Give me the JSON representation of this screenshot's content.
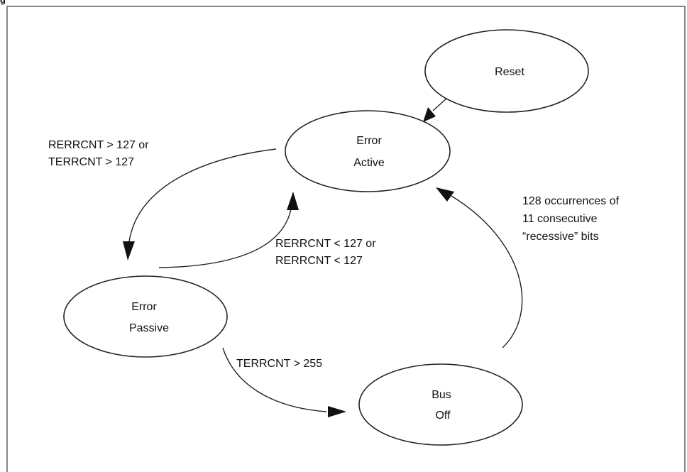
{
  "figure": {
    "corner_label": "g"
  },
  "states": {
    "reset": {
      "line1": "Reset"
    },
    "error_active": {
      "line1": "Error",
      "line2": "Active"
    },
    "error_passive": {
      "line1": "Error",
      "line2": "Passive"
    },
    "bus_off": {
      "line1": "Bus",
      "line2": "Off"
    }
  },
  "transitions": {
    "active_to_passive": {
      "line1": "RERRCNT > 127 or",
      "line2": "TERRCNT > 127"
    },
    "passive_to_active": {
      "line1": "RERRCNT < 127 or",
      "line2": "RERRCNT < 127"
    },
    "passive_to_busoff": {
      "line1": "TERRCNT > 255"
    },
    "busoff_to_active": {
      "line1": "128 occurrences of",
      "line2": "11 consecutive",
      "line3": "“recessive” bits"
    }
  }
}
